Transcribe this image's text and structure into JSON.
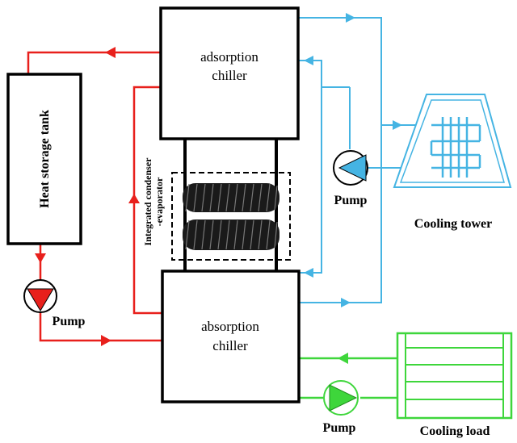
{
  "colors": {
    "heat_loop": "#e8201c",
    "cooling_tower_loop": "#45b4e3",
    "cooling_load_loop": "#3ed63b",
    "outline": "#000000"
  },
  "components": {
    "adsorption_chiller": {
      "line1": "adsorption",
      "line2": "chiller"
    },
    "absorption_chiller": {
      "line1": "absorption",
      "line2": "chiller"
    },
    "heat_storage_tank": {
      "label": "Heat storage tank"
    },
    "cooling_tower": {
      "label": "Cooling tower"
    },
    "cooling_load": {
      "label": "Cooling load"
    },
    "condenser_evaporator": {
      "line1": "Integrated condenser",
      "line2": "-evaporator"
    }
  },
  "pumps": {
    "heat_pump": {
      "label": "Pump",
      "icon": "pump-icon"
    },
    "tower_pump": {
      "label": "Pump",
      "icon": "pump-icon"
    },
    "load_pump": {
      "label": "Pump",
      "icon": "pump-icon"
    }
  }
}
